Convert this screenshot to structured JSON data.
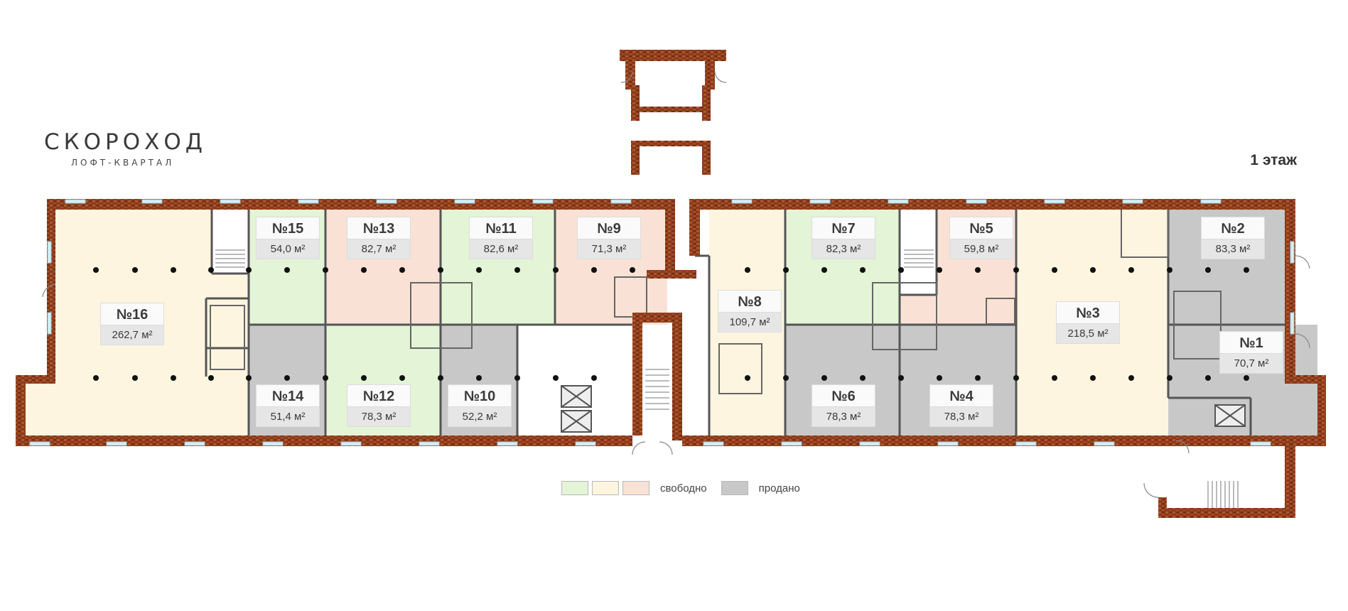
{
  "logo": {
    "name": "СКОРОХОД",
    "subtitle": "ЛОФТ-КВАРТАЛ"
  },
  "floor_label": "1 этаж",
  "colors": {
    "green": "#e4f4d6",
    "cream": "#fdf5df",
    "pink": "#f9e2d5",
    "sold": "#c8c8c8",
    "brick": "#8a3a1c",
    "wall": "#555555"
  },
  "units": [
    {
      "id": "n15",
      "number": "№15",
      "area": "54,0 м²",
      "status": "free",
      "tone": "green"
    },
    {
      "id": "n13",
      "number": "№13",
      "area": "82,7 м²",
      "status": "free",
      "tone": "pink"
    },
    {
      "id": "n11",
      "number": "№11",
      "area": "82,6 м²",
      "status": "free",
      "tone": "green"
    },
    {
      "id": "n9",
      "number": "№9",
      "area": "71,3 м²",
      "status": "free",
      "tone": "pink"
    },
    {
      "id": "n7",
      "number": "№7",
      "area": "82,3 м²",
      "status": "free",
      "tone": "green"
    },
    {
      "id": "n5",
      "number": "№5",
      "area": "59,8 м²",
      "status": "free",
      "tone": "pink"
    },
    {
      "id": "n2",
      "number": "№2",
      "area": "83,3 м²",
      "status": "sold",
      "tone": "sold"
    },
    {
      "id": "n16",
      "number": "№16",
      "area": "262,7 м²",
      "status": "free",
      "tone": "cream"
    },
    {
      "id": "n8",
      "number": "№8",
      "area": "109,7 м²",
      "status": "free",
      "tone": "cream"
    },
    {
      "id": "n3",
      "number": "№3",
      "area": "218,5 м²",
      "status": "free",
      "tone": "cream"
    },
    {
      "id": "n1",
      "number": "№1",
      "area": "70,7 м²",
      "status": "sold",
      "tone": "sold"
    },
    {
      "id": "n14",
      "number": "№14",
      "area": "51,4 м²",
      "status": "sold",
      "tone": "sold"
    },
    {
      "id": "n12",
      "number": "№12",
      "area": "78,3 м²",
      "status": "free",
      "tone": "green"
    },
    {
      "id": "n10",
      "number": "№10",
      "area": "52,2 м²",
      "status": "sold",
      "tone": "sold"
    },
    {
      "id": "n6",
      "number": "№6",
      "area": "78,3 м²",
      "status": "sold",
      "tone": "sold"
    },
    {
      "id": "n4",
      "number": "№4",
      "area": "78,3 м²",
      "status": "sold",
      "tone": "sold"
    }
  ],
  "legend": {
    "free_label": "свободно",
    "sold_label": "продано"
  }
}
